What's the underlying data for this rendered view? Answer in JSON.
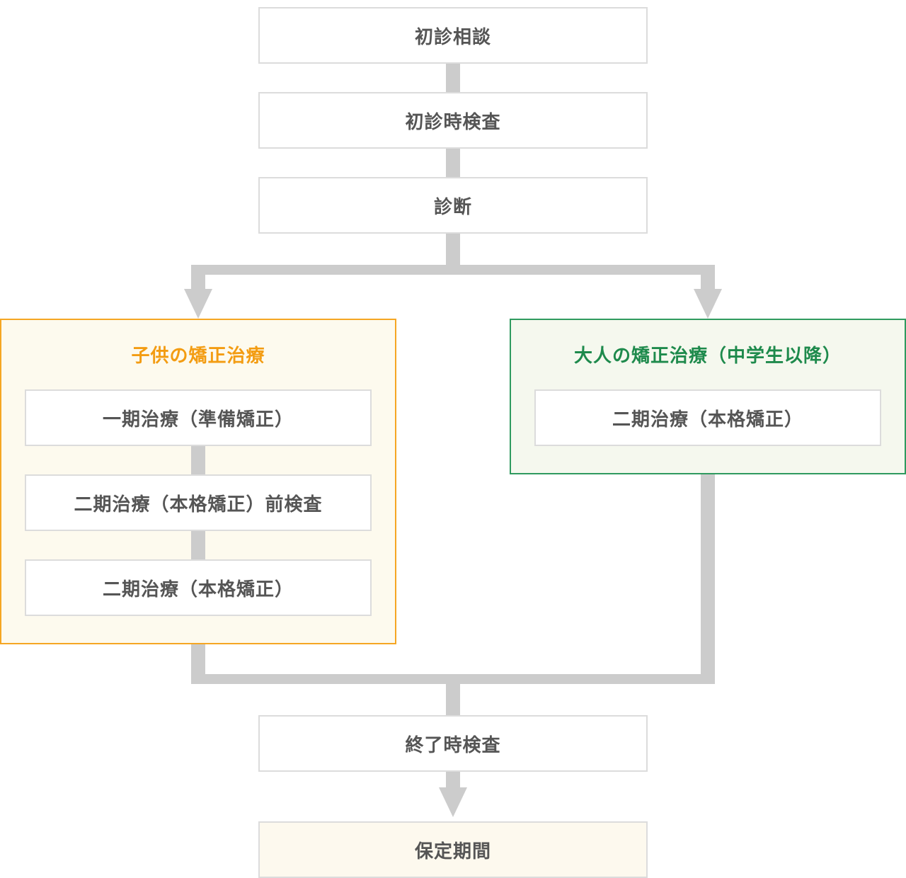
{
  "flow": {
    "initial_consultation": "初診相談",
    "initial_exam": "初診時検査",
    "diagnosis": "診断",
    "final_exam": "終了時検査",
    "retention": "保定期間"
  },
  "child_treatment": {
    "title": "子供の矯正治療",
    "steps": [
      "一期治療（準備矯正）",
      "二期治療（本格矯正）前検査",
      "二期治療（本格矯正）"
    ]
  },
  "adult_treatment": {
    "title": "大人の矯正治療（中学生以降）",
    "steps": [
      "二期治療（本格矯正）"
    ]
  },
  "colors": {
    "connector": "#cccccc",
    "child_accent": "#f39c12",
    "adult_accent": "#1e8a4c",
    "text": "#555555"
  }
}
